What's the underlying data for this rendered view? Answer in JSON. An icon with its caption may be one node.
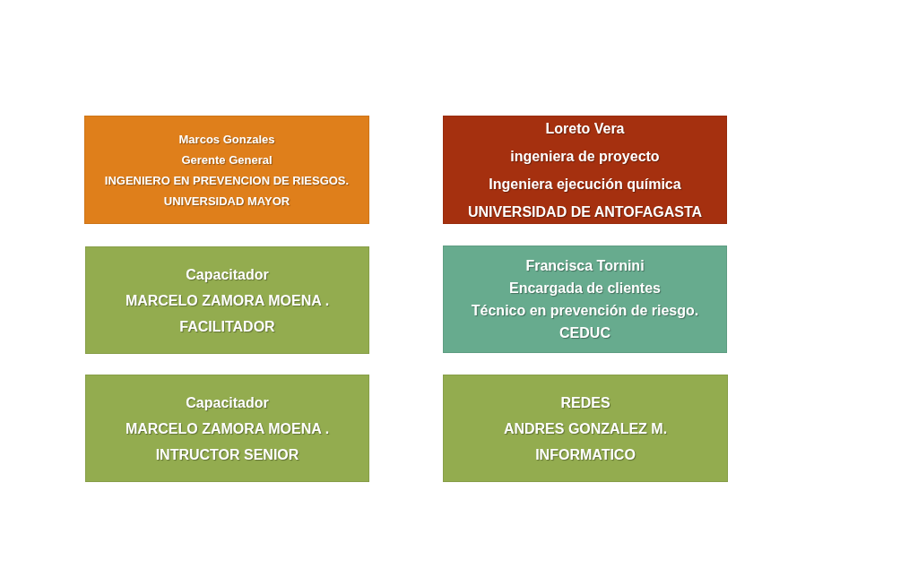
{
  "diagram": {
    "nodes": [
      {
        "text": [
          "Marcos Gonzales",
          "Gerente General",
          "INGENIERO EN PREVENCION DE RIESGOS.",
          "UNIVERSIDAD MAYOR"
        ]
      },
      {
        "text": [
          "Loreto Vera",
          "ingeniera de proyecto",
          "Ingeniera ejecución química",
          "UNIVERSIDAD DE ANTOFAGASTA"
        ]
      },
      {
        "text": [
          "Capacitador",
          "MARCELO ZAMORA MOENA .",
          "FACILITADOR"
        ]
      },
      {
        "text": [
          "Francisca Tornini",
          "Encargada de clientes",
          "Técnico en prevención de riesgo.",
          "CEDUC"
        ]
      },
      {
        "text": [
          "Capacitador",
          "MARCELO ZAMORA MOENA .",
          "INTRUCTOR SENIOR"
        ]
      },
      {
        "text": [
          "REDES",
          "ANDRES GONZALEZ M.",
          "INFORMATICO"
        ]
      }
    ]
  }
}
